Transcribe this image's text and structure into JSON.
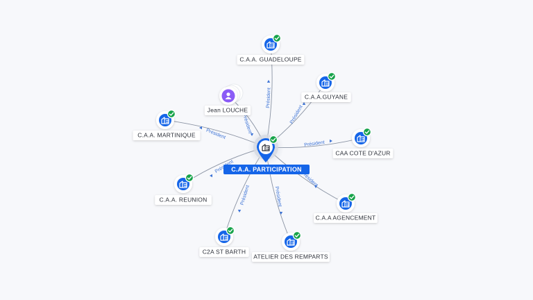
{
  "graph": {
    "center": {
      "label": "C.A.A. PARTICIPATION",
      "icon": "company-building-icon",
      "verified": true
    },
    "edge_label": "Président",
    "companies": [
      {
        "id": "guadeloupe",
        "label": "C.A.A. GUADELOUPE",
        "icon": "company-building-icon",
        "verified": true
      },
      {
        "id": "guyane",
        "label": "C.A.A.GUYANE",
        "icon": "company-building-icon",
        "verified": true
      },
      {
        "id": "cote-d-azur",
        "label": "CAA COTE D'AZUR",
        "icon": "company-building-icon",
        "verified": true
      },
      {
        "id": "agencement",
        "label": "C.A.A AGENCEMENT",
        "icon": "company-building-icon",
        "verified": true
      },
      {
        "id": "atelier-des-remparts",
        "label": "ATELIER DES REMPARTS",
        "icon": "company-building-icon",
        "verified": true
      },
      {
        "id": "c2a-st-barth",
        "label": "C2A ST BARTH",
        "icon": "company-building-icon",
        "verified": true
      },
      {
        "id": "reunion",
        "label": "C.A.A. REUNION",
        "icon": "company-building-icon",
        "verified": true
      },
      {
        "id": "martinique",
        "label": "C.A.A. MARTINIQUE",
        "icon": "company-building-icon",
        "verified": true
      }
    ],
    "person": {
      "id": "jean-louche",
      "label": "Jean LOUCHE",
      "icon": "person-icon",
      "edge_label": "Président"
    },
    "colors": {
      "accent": "#1565e8",
      "verified": "#17a34a",
      "person": "#8b5cf6",
      "edge": "#8a93a3",
      "edge_label": "#3e74d6"
    }
  }
}
